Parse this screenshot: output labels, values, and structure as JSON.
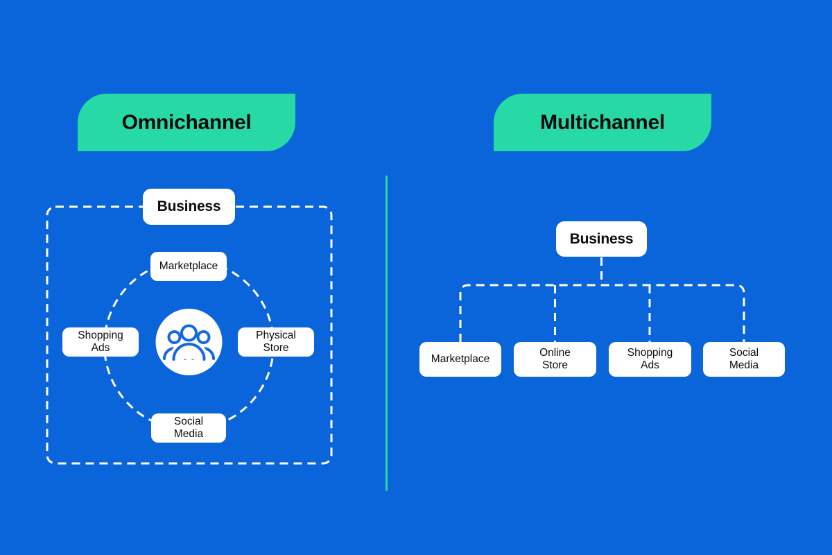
{
  "colors": {
    "background": "#0b65da",
    "accent_green": "#26d9a5",
    "card_white": "#ffffff",
    "text_dark": "#0b0b0b",
    "dash_white": "#ffffff",
    "icon_blue": "#1569e0"
  },
  "left_panel": {
    "title": "Omnichannel",
    "business_label": "Business",
    "center_icon": "people-group-icon",
    "nodes": [
      {
        "label": "Marketplace"
      },
      {
        "label": "Shopping Ads"
      },
      {
        "label": "Physical Store"
      },
      {
        "label": "Social Media"
      }
    ]
  },
  "right_panel": {
    "title": "Multichannel",
    "business_label": "Business",
    "nodes": [
      {
        "label": "Marketplace"
      },
      {
        "label": "Online Store"
      },
      {
        "label": "Shopping Ads"
      },
      {
        "label": "Social Media"
      }
    ]
  }
}
